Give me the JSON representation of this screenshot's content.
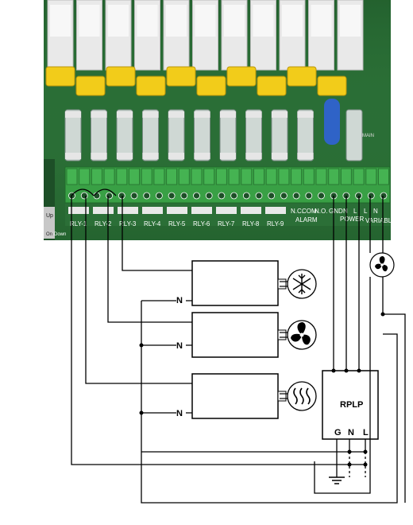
{
  "relay_labels": [
    "RLY-1",
    "RLY-2",
    "RLY-3",
    "RLY-4",
    "RLY-5",
    "RLY-6",
    "RLY-7",
    "RLY-8",
    "RLY-9"
  ],
  "alarm": {
    "label": "ALARM",
    "nc": "N.C.",
    "com": "COM",
    "no": "N.O."
  },
  "power": {
    "label": "POWER",
    "terms": [
      "GND",
      "N",
      "L"
    ]
  },
  "variable_fan": {
    "label": "VARIABLE FAN",
    "terms": [
      "L",
      "N"
    ]
  },
  "side_labels": {
    "up": "Up",
    "down": "Down",
    "on": "On",
    "main": "MAIN"
  },
  "device_n_labels": [
    "N",
    "N",
    "N"
  ],
  "rplp": {
    "label": "RPLP",
    "terms": [
      "G",
      "N",
      "L"
    ]
  },
  "icons": [
    "snowflake-icon",
    "fan-icon",
    "heater-icon",
    "fan-icon"
  ],
  "colors": {
    "pcb": "#2f7a3c",
    "terminal": "#3aa346",
    "relay": "#e9e9e9",
    "capacitor": "#f2cc1a",
    "wire": "#000000"
  }
}
